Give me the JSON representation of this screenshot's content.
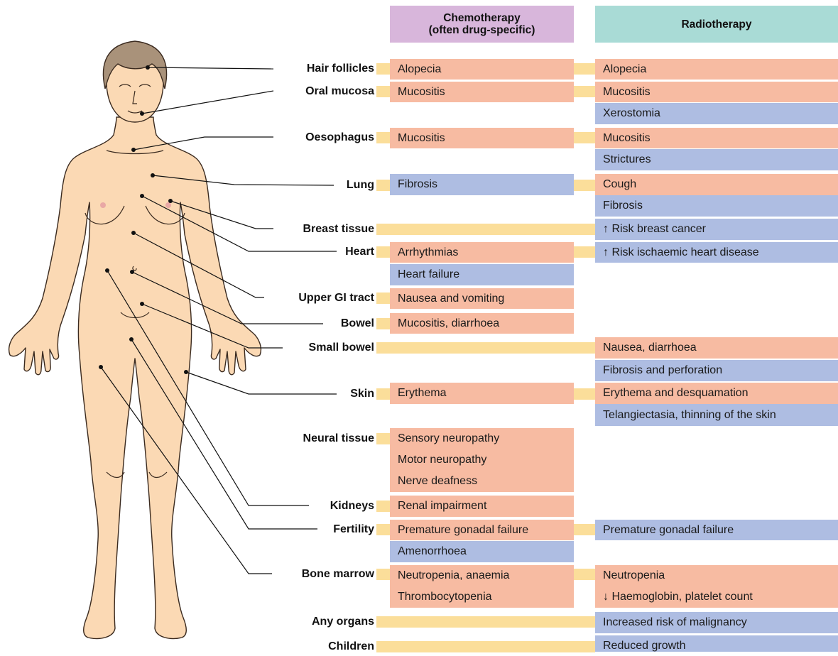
{
  "headers": {
    "chemotherapy": "Chemotherapy\n(often drug-specific)",
    "radiotherapy": "Radiotherapy"
  },
  "colors": {
    "acute_effect": "#f7bba2",
    "late_effect": "#aebde2",
    "connector": "#fbde9a",
    "chemo_header": "#d8b6db",
    "radio_header": "#a9dbd6",
    "skin": "#fbd9b4"
  },
  "organs": [
    {
      "label": "Hair follicles"
    },
    {
      "label": "Oral mucosa"
    },
    {
      "label": "Oesophagus"
    },
    {
      "label": "Lung"
    },
    {
      "label": "Breast tissue"
    },
    {
      "label": "Heart"
    },
    {
      "label": "Upper GI tract"
    },
    {
      "label": "Bowel"
    },
    {
      "label": "Small bowel"
    },
    {
      "label": "Skin"
    },
    {
      "label": "Neural tissue"
    },
    {
      "label": "Kidneys"
    },
    {
      "label": "Fertility"
    },
    {
      "label": "Bone marrow"
    },
    {
      "label": "Any organs"
    },
    {
      "label": "Children"
    }
  ],
  "chemo_effects": [
    "Alopecia",
    "Mucositis",
    "Mucositis",
    "Fibrosis",
    "Arrhythmias",
    "Heart failure",
    "Nausea and vomiting",
    "Mucositis, diarrhoea",
    "Erythema",
    "Sensory neuropathy",
    "Motor neuropathy",
    "Nerve deafness",
    "Renal impairment",
    "Premature gonadal failure",
    "Amenorrhoea",
    "Neutropenia, anaemia",
    "Thrombocytopenia"
  ],
  "radio_effects": [
    "Alopecia",
    "Mucositis",
    "Xerostomia",
    "Mucositis",
    "Strictures",
    "Cough",
    "Fibrosis",
    "↑ Risk breast cancer",
    "↑ Risk ischaemic heart disease",
    "Nausea, diarrhoea",
    "Fibrosis and perforation",
    "Erythema and desquamation",
    "Telangiectasia, thinning of the skin",
    "Premature gonadal failure",
    "Neutropenia",
    "↓ Haemoglobin, platelet count",
    "Increased risk of malignancy",
    "Reduced growth"
  ]
}
